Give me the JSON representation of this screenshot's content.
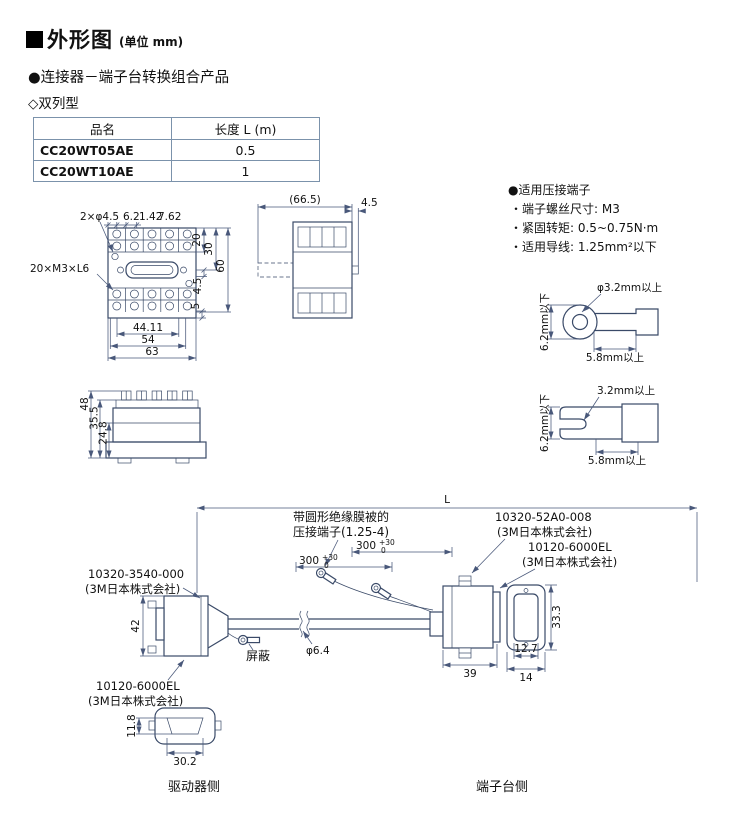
{
  "header": {
    "title": "外形图",
    "unit_note": "(单位 mm)"
  },
  "section": {
    "subtitle": "●连接器－端子台转换组合产品",
    "type_label": "◇双列型"
  },
  "table": {
    "col_name": "品名",
    "col_length": "长度 L (m)",
    "rows": [
      {
        "name": "CC20WT05AE",
        "length": "0.5"
      },
      {
        "name": "CC20WT10AE",
        "length": "1"
      }
    ]
  },
  "front_view": {
    "holes": "2×φ4.5",
    "d62": "6.2",
    "d142": "1.42",
    "d762": "7.62",
    "screws": "20×M3×L6",
    "d20": "20",
    "d30": "30",
    "d60": "60",
    "d45": "4.5",
    "d5": "5",
    "d4411": "44.11",
    "d54": "54",
    "d63": "63"
  },
  "side_view": {
    "d665": "(66.5)",
    "d45": "4.5"
  },
  "mount_view": {
    "d48": "48",
    "d355": "35.5",
    "d248": "24.8"
  },
  "crimp_info": {
    "title": "●适用压接端子",
    "line1": "・端子螺丝尺寸: M3",
    "line2": "・紧固转矩: 0.5~0.75N·m",
    "line3": "・适用导线: 1.25mm²以下"
  },
  "ring_terminal": {
    "hole": "φ3.2mm以上",
    "height": "6.2mm以下",
    "width": "5.8mm以上"
  },
  "fork_terminal": {
    "slot": "3.2mm以上",
    "height": "6.2mm以下",
    "width": "5.8mm以上"
  },
  "cable": {
    "length_label": "L",
    "crimp_note1": "带圆形绝缘膜被的",
    "crimp_note2": "压接端子(1.25-4)",
    "wire_len": "300",
    "tol_up": "+30",
    "tol_dn": "0",
    "part_shell_term": "10320-52A0-008",
    "part_conn_term": "10120-6000EL",
    "part_shell_drv": "10320-3540-000",
    "part_conn_drv": "10120-6000EL",
    "maker": "(3M日本株式会社)",
    "shield": "屏蔽",
    "cable_dia": "φ6.4",
    "d42": "42",
    "d39": "39",
    "d14": "14",
    "d127": "12.7",
    "d333": "33.3",
    "d118": "11.8",
    "d302": "30.2",
    "driver_side": "驱动器侧",
    "terminal_side": "端子台侧"
  }
}
